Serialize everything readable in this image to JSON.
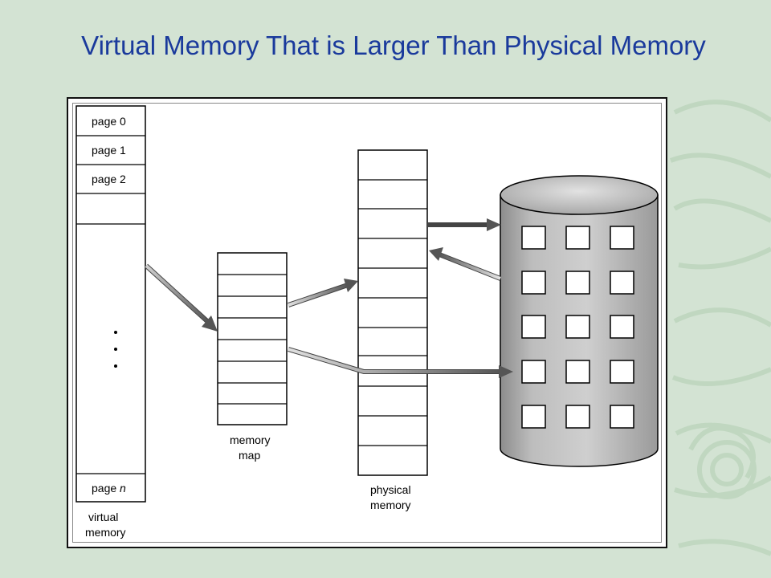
{
  "title": "Virtual Memory That is Larger Than Physical Memory",
  "virtual_memory": {
    "pages": [
      "page 0",
      "page 1",
      "page 2"
    ],
    "last_page_prefix": "page ",
    "last_page_var": "n",
    "caption_line1": "virtual",
    "caption_line2": "memory"
  },
  "memory_map": {
    "caption_line1": "memory",
    "caption_line2": "map"
  },
  "physical_memory": {
    "caption_line1": "physical",
    "caption_line2": "memory"
  },
  "colors": {
    "title": "#1a3a9c",
    "background": "#d3e3d3",
    "disk_body": "#b8b8b8",
    "disk_top": "#cfcfcf",
    "arrow": "#777777"
  }
}
